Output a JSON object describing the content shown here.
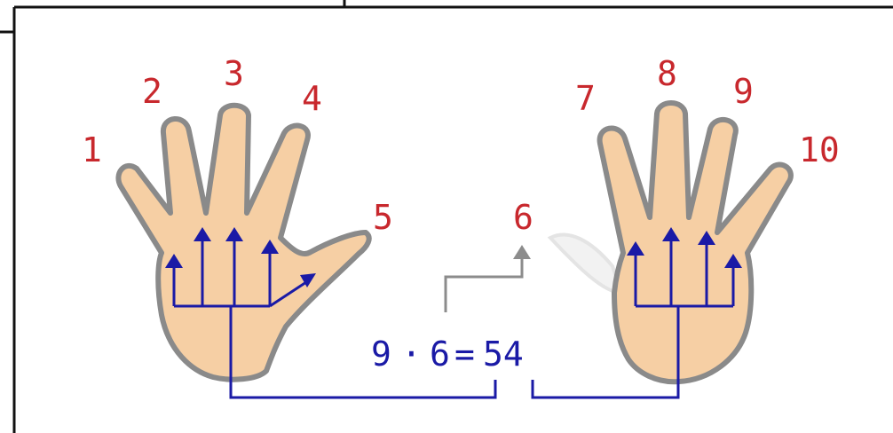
{
  "finger_labels": [
    "1",
    "2",
    "3",
    "4",
    "5",
    "6",
    "7",
    "8",
    "9",
    "10"
  ],
  "equation": {
    "left": "9",
    "dot": "·",
    "right": "6",
    "eq": "=",
    "result": "54"
  },
  "colors": {
    "number_red": "#c8282d",
    "arrow_blue": "#1a1aa6",
    "hand_fill": "#f6cfa4",
    "hand_outline": "#8a8a8a",
    "bent_finger_arrow": "#8c8c8c"
  }
}
